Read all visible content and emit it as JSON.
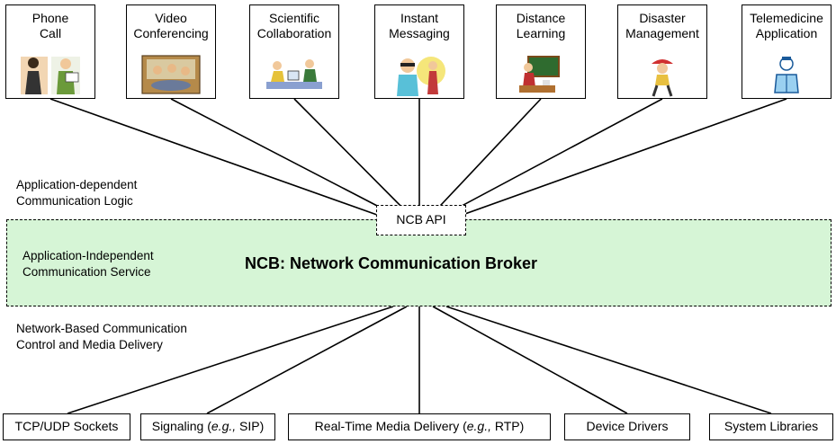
{
  "apps": [
    {
      "label": "Phone\nCall",
      "icon": "phone-call-clipart"
    },
    {
      "label": "Video\nConferencing",
      "icon": "video-conferencing-clipart"
    },
    {
      "label": "Scientific\nCollaboration",
      "icon": "scientific-collaboration-clipart"
    },
    {
      "label": "Instant\nMessaging",
      "icon": "instant-messaging-clipart"
    },
    {
      "label": "Distance\nLearning",
      "icon": "distance-learning-clipart"
    },
    {
      "label": "Disaster\nManagement",
      "icon": "disaster-management-clipart"
    },
    {
      "label": "Telemedicine\nApplication",
      "icon": "telemedicine-clipart"
    }
  ],
  "labels": {
    "app_dependent": "Application-dependent\nCommunication Logic",
    "app_independent": "Application-Independent\nCommunication Service",
    "network_based": "Network-Based Communication\nControl and Media Delivery"
  },
  "ncb": {
    "api": "NCB API",
    "title": "NCB: Network Communication Broker",
    "fill_color": "#d6f5d6"
  },
  "bottom": {
    "tcp": "TCP/UDP Sockets",
    "signaling_prefix": "Signaling (",
    "signaling_eg": "e.g.,",
    "signaling_suffix": " SIP)",
    "rtmd_prefix": "Real-Time Media Delivery (",
    "rtmd_eg": "e.g.,",
    "rtmd_suffix": " RTP)",
    "device": "Device Drivers",
    "syslib": "System Libraries"
  }
}
